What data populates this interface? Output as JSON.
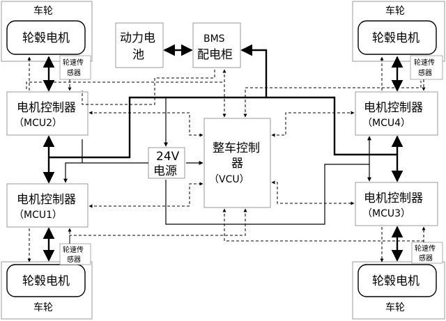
{
  "wheels": {
    "top_left": {
      "label": "车轮",
      "motor": "轮毂电机",
      "sensor": [
        "轮速传",
        "感器"
      ]
    },
    "top_right": {
      "label": "车轮",
      "motor": "轮毂电机",
      "sensor": [
        "轮速传",
        "感器"
      ]
    },
    "bottom_left": {
      "label": "车轮",
      "motor": "轮毂电机",
      "sensor": [
        "轮速传",
        "感器"
      ]
    },
    "bottom_right": {
      "label": "车轮",
      "motor": "轮毂电机",
      "sensor": [
        "轮速传",
        "感器"
      ]
    }
  },
  "battery": {
    "line1": "动力电",
    "line2": "池"
  },
  "bms": {
    "line1": "BMS",
    "line2": "配电柜"
  },
  "power24": {
    "line1": "24V",
    "line2": "电源"
  },
  "vcu": {
    "line1": "整车控制",
    "line2": "器",
    "line3": "（VCU）"
  },
  "mcu": {
    "mcu1": {
      "line1": "电机控制器",
      "line2": "（MCU1）"
    },
    "mcu2": {
      "line1": "电机控制器",
      "line2": "（MCU2）"
    },
    "mcu3": {
      "line1": "电机控制器",
      "line2": "（MCU3）"
    },
    "mcu4": {
      "line1": "电机控制器",
      "line2": "（MCU4）"
    }
  }
}
